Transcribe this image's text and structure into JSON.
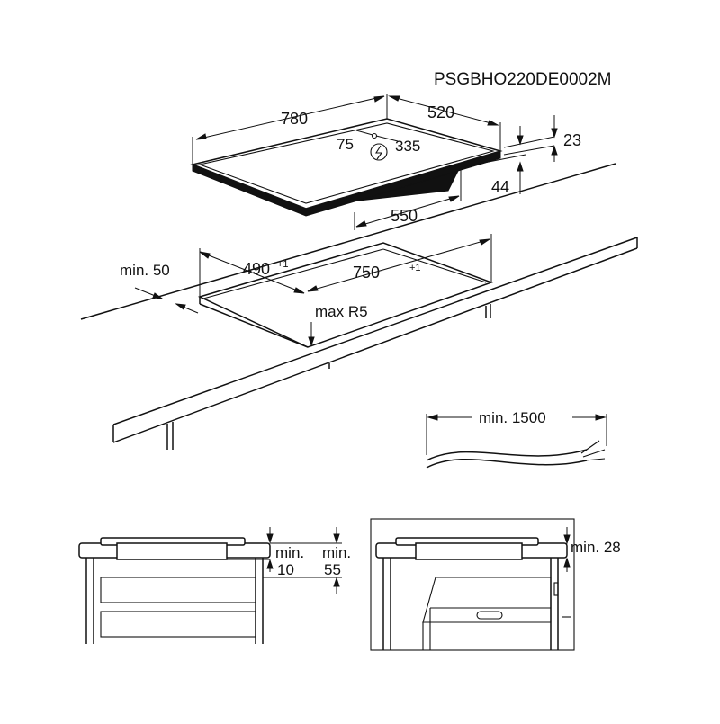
{
  "model_code": "PSGBHO220DE0002M",
  "hob": {
    "width": "780",
    "depth": "520",
    "thickness": "23",
    "body_height": "44",
    "body_width": "550",
    "cable_from_left": "75",
    "cable_from_right": "335"
  },
  "cutout": {
    "depth": "490",
    "depth_tolerance": "+1",
    "width": "750",
    "width_tolerance": "+1",
    "min_front_distance": "min. 50",
    "corner_radius": "max R5"
  },
  "cable": {
    "min_length": "min. 1500"
  },
  "drawer_detail": {
    "label_a_line1": "min.",
    "label_a_line2": "10",
    "label_b_line1": "min.",
    "label_b_line2": "55"
  },
  "oven_detail": {
    "clearance": "min. 28"
  }
}
